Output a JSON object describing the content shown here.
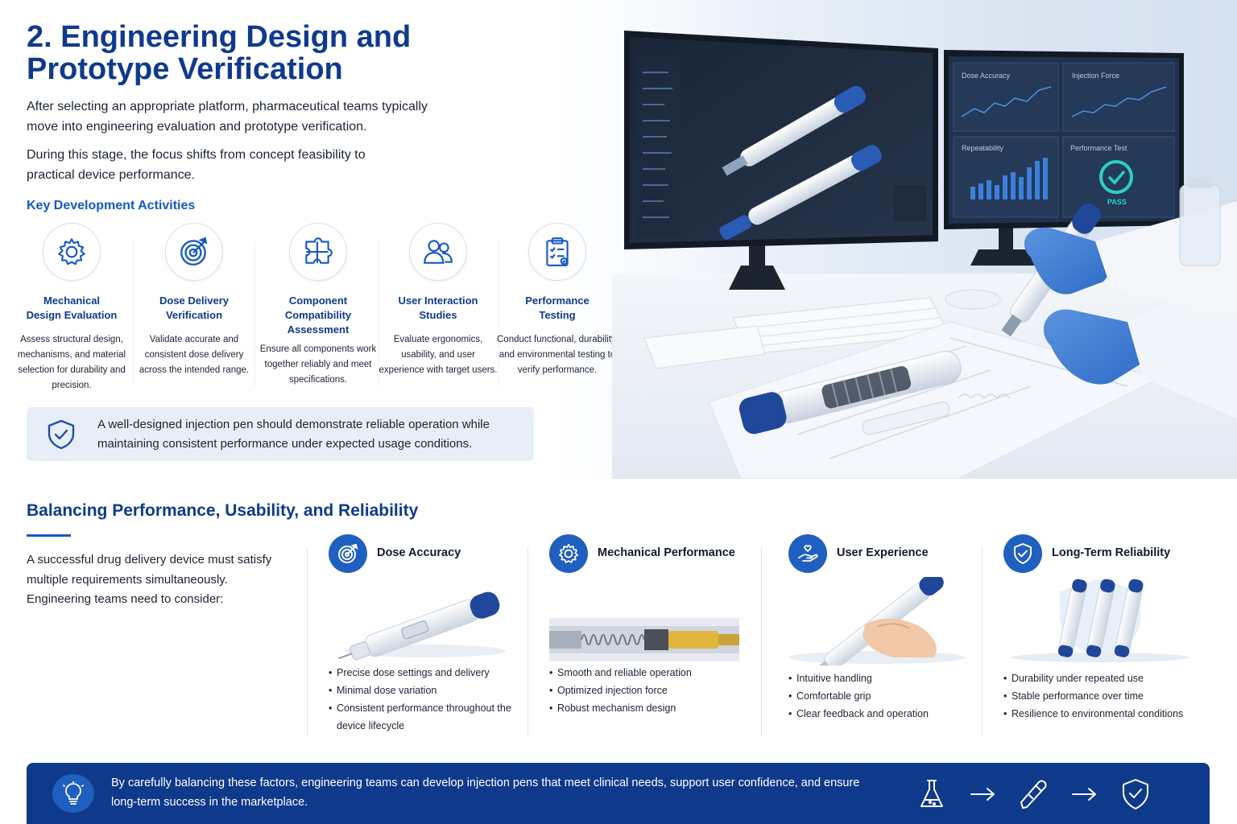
{
  "header": {
    "title": "2. Engineering Design and Prototype Verification",
    "intro_1": "After selecting an appropriate platform, pharmaceutical teams typically move into engineering evaluation and prototype verification.",
    "intro_2": "During this stage, the focus shifts from concept feasibility to practical device performance."
  },
  "activities": {
    "heading": "Key Development Activities",
    "items": [
      {
        "name": "Mechanical\nDesign Evaluation",
        "desc": "Assess structural design, mechanisms, and material selection for durability and precision.",
        "icon": "gear-icon"
      },
      {
        "name": "Dose Delivery\nVerification",
        "desc": "Validate accurate and consistent dose delivery across the intended range.",
        "icon": "target-icon"
      },
      {
        "name": "Component\nCompatibility\nAssessment",
        "desc": "Ensure all components work together reliably and meet specifications.",
        "icon": "puzzle-icon"
      },
      {
        "name": "User Interaction\nStudies",
        "desc": "Evaluate ergonomics, usability, and user experience with target users.",
        "icon": "users-icon"
      },
      {
        "name": "Performance\nTesting",
        "desc": "Conduct functional, durability, and environmental testing to verify performance.",
        "icon": "clipboard-icon"
      }
    ]
  },
  "callout": {
    "text": "A well-designed injection pen should demonstrate reliable operation while maintaining consistent performance under expected usage conditions.",
    "icon": "shield-check-icon"
  },
  "monitor": {
    "panel_1": "Dose Accuracy",
    "panel_2": "Injection Force",
    "panel_3": "Repeatability",
    "panel_4": "Performance Test",
    "pass": "PASS"
  },
  "balance": {
    "title": "Balancing Performance, Usability, and Reliability",
    "intro_1": "A successful drug delivery device must satisfy multiple requirements simultaneously.",
    "intro_2": "Engineering teams need to consider:",
    "cards": [
      {
        "title": "Dose Accuracy",
        "icon": "target-icon",
        "bullets": [
          "Precise dose settings and delivery",
          "Minimal dose variation",
          "Consistent performance throughout the device lifecycle"
        ]
      },
      {
        "title": "Mechanical Performance",
        "icon": "gear-icon",
        "bullets": [
          "Smooth and reliable operation",
          "Optimized injection force",
          "Robust mechanism design"
        ]
      },
      {
        "title": "User Experience",
        "icon": "hand-icon",
        "bullets": [
          "Intuitive handling",
          "Comfortable grip",
          "Clear feedback and operation"
        ]
      },
      {
        "title": "Long-Term Reliability",
        "icon": "shield-check-icon",
        "bullets": [
          "Durability under repeated use",
          "Stable performance over time",
          "Resilience to environmental conditions"
        ]
      }
    ]
  },
  "banner": {
    "text": "By carefully balancing these factors, engineering teams can develop injection pens that meet clinical needs, support user confidence, and ensure long-term success in the marketplace.",
    "icons": [
      "lightbulb-icon",
      "flask-icon",
      "arrow-right-icon",
      "pen-icon",
      "arrow-right-icon",
      "shield-check-icon"
    ]
  },
  "colors": {
    "navy": "#0f3a8c",
    "accent": "#1557c4",
    "pen_blue": "#1f4fa8",
    "callout_bg": "#e7eef8"
  }
}
